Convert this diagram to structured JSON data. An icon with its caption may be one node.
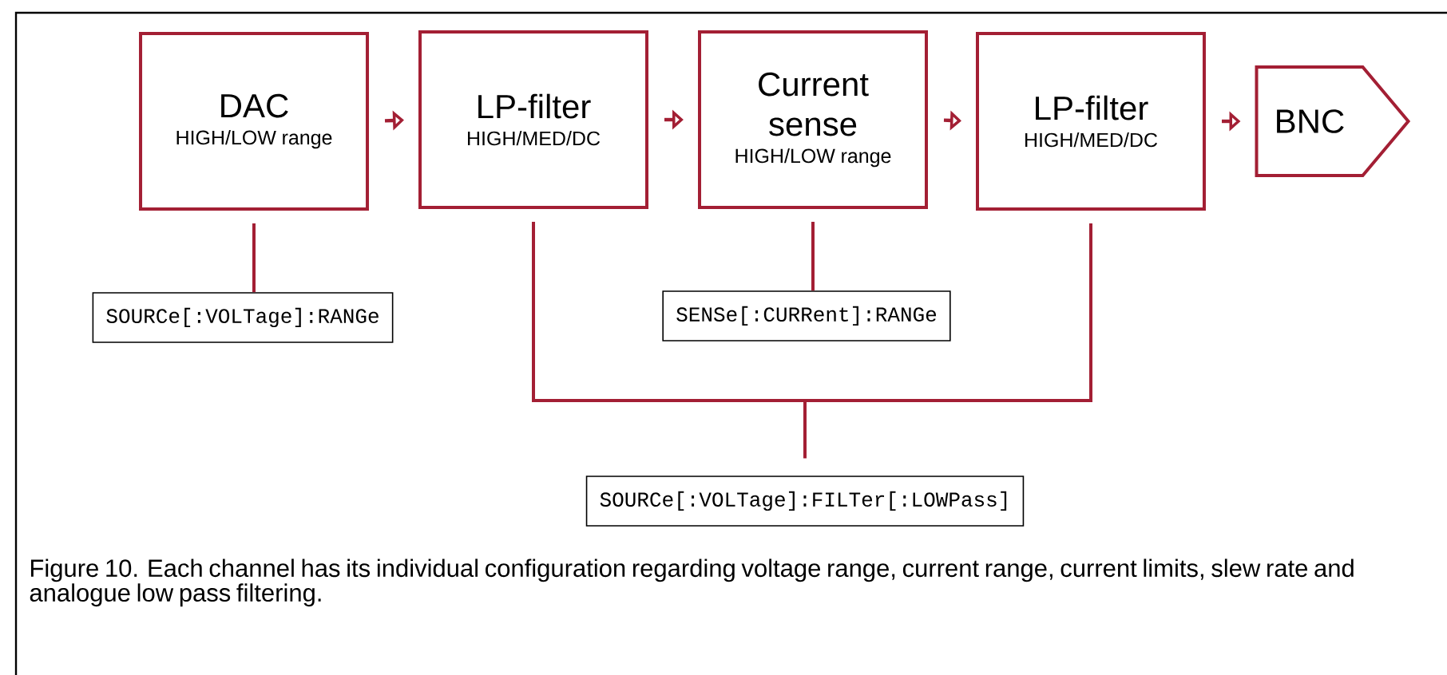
{
  "diagram": {
    "caption": "Figure 10. Each channel has its individual configuration regarding voltage range, current range, current limits, slew rate and analogue low pass filtering.",
    "nodes": [
      {
        "text": [
          "DAC",
          "HIGH/LOW range"
        ]
      },
      {
        "text": [
          "LP-filter",
          "HIGH/MED/DC"
        ]
      },
      {
        "text": [
          "Current sense",
          "HIGH/LOW range"
        ]
      },
      {
        "text": [
          "LP-filter",
          "HIGH/MED/DC"
        ]
      },
      {
        "text": [
          "BNC"
        ]
      },
      {
        "text": [
          "SOURCe[:VOLTage]:RANGe"
        ]
      },
      {
        "text": [
          "SENSe[:CURRent]:RANGe"
        ]
      },
      {
        "text": [
          "SOURCe[:VOLTage]:FILTer[:LOWPass]"
        ]
      }
    ],
    "edges": [
      {
        "from": 0,
        "to": 1,
        "arrow": "to"
      },
      {
        "from": 1,
        "to": 2,
        "arrow": "to"
      },
      {
        "from": 2,
        "to": 3,
        "arrow": "to"
      },
      {
        "from": 3,
        "to": 4,
        "arrow": "to"
      },
      {
        "from": 0,
        "to": 5,
        "arrow": "none"
      },
      {
        "from": 2,
        "to": 6,
        "arrow": "none"
      },
      {
        "from": 1,
        "to": 7,
        "arrow": "none"
      },
      {
        "from": 3,
        "to": 7,
        "arrow": "none"
      }
    ]
  }
}
